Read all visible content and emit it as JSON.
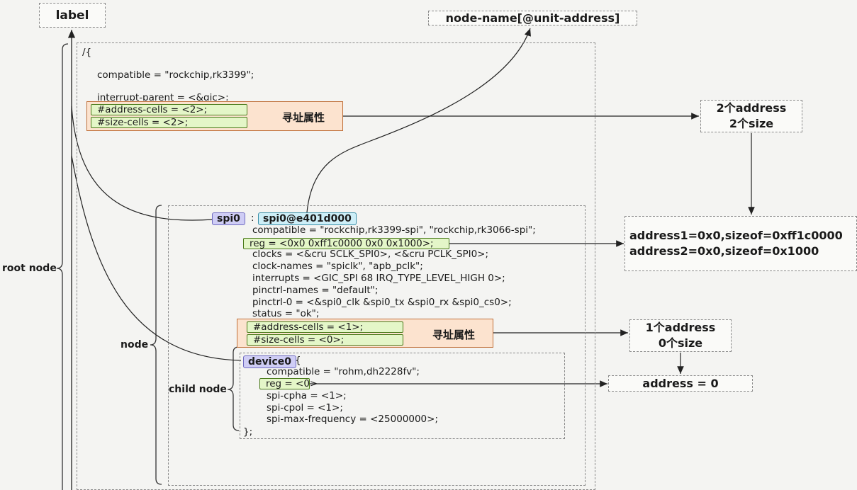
{
  "labels": {
    "label": "label",
    "node_name": "node-name[@unit-address]",
    "root_node": "root node",
    "node": "node",
    "child_node": "child node"
  },
  "root": {
    "open": "/{",
    "compatible": "compatible = \"rockchip,rk3399\";",
    "interrupt_parent": "interrupt-parent = <&gic>;",
    "address_cells": "#address-cells = <2>;",
    "size_cells": "#size-cells = <2>;",
    "addr_attr": "寻址属性"
  },
  "right1": {
    "line1": "2个address",
    "line2": "2个size"
  },
  "right2": {
    "line1": "address1=0x0,sizeof=0xff1c0000",
    "line2": "address2=0x0,sizeof=0x1000"
  },
  "right3": {
    "line1": "1个address",
    "line2": "0个size"
  },
  "right4": {
    "line1": "address = 0"
  },
  "spi": {
    "label": "spi0",
    "colon": ":",
    "name": "spi0@e401d000",
    "lines": [
      "compatible = \"rockchip,rk3399-spi\", \"rockchip,rk3066-spi\";",
      "reg = <0x0 0xff1c0000 0x0 0x1000>;",
      "clocks = <&cru SCLK_SPI0>, <&cru PCLK_SPI0>;",
      "clock-names = \"spiclk\", \"apb_pclk\";",
      "interrupts = <GIC_SPI 68 IRQ_TYPE_LEVEL_HIGH 0>;",
      "pinctrl-names = \"default\";",
      "pinctrl-0 = <&spi0_clk &spi0_tx &spi0_rx &spi0_cs0>;",
      "status = \"ok\";"
    ],
    "address_cells": "#address-cells = <1>;",
    "size_cells": "#size-cells = <0>;",
    "addr_attr": "寻址属性"
  },
  "device": {
    "name": "device0",
    "brace": "{",
    "compatible": "compatible = \"rohm,dh2228fv\";",
    "reg": "reg = <0>",
    "cpha": "spi-cpha = <1>;",
    "cpol": "spi-cpol = <1>;",
    "freq": "spi-max-frequency = <25000000>;",
    "close": "};"
  }
}
